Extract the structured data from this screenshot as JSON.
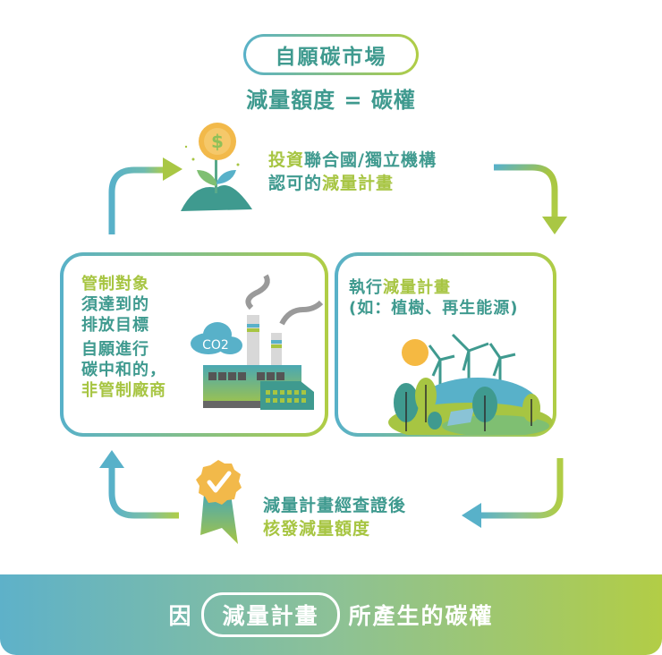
{
  "header": {
    "title": "自願碳市場",
    "subtitle": "減量額度 = 碳權"
  },
  "steps": {
    "top": {
      "line1_a": "投資",
      "line1_b": "聯合國/獨立機構",
      "line2_a": "認可的",
      "line2_b": "減量計畫",
      "icon": "money-plant-icon"
    },
    "right_card": {
      "line1_a": "執行",
      "line1_b": "減量計畫",
      "line2": "(如：植樹、再生能源)",
      "icon": "renewable-landscape-icon"
    },
    "bottom": {
      "line1": "減量計畫經查證後",
      "line2": "核發減量額度",
      "icon": "award-ribbon-icon"
    },
    "left_card": {
      "l1": "管制對象",
      "l2": "須達到的",
      "l3": "排放目標",
      "l4": "自願進行",
      "l5": "碳中和的，",
      "l6": "非管制廠商",
      "co2_label": "CO2",
      "icon": "factory-icon"
    }
  },
  "banner": {
    "prefix": "因",
    "highlight": "減量計畫",
    "suffix": "所產生的碳權"
  },
  "colors": {
    "teal": "#3f9a8f",
    "lime": "#a7c542",
    "blue": "#58b1c9"
  }
}
